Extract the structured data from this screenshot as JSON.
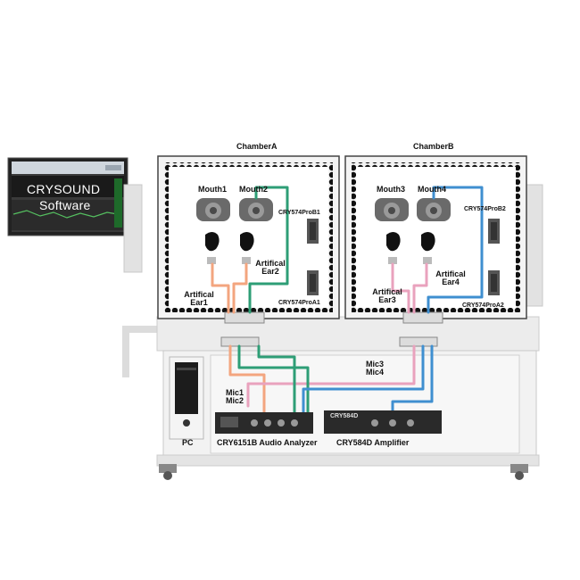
{
  "monitor": {
    "line1": "CRYSOUND",
    "line2": "Software"
  },
  "chambers": [
    {
      "name": "ChamberA"
    },
    {
      "name": "ChamberB"
    }
  ],
  "mouths": [
    "Mouth1",
    "Mouth2",
    "Mouth3",
    "Mouth4"
  ],
  "ears": [
    {
      "line1": "Artifical",
      "line2": "Ear1"
    },
    {
      "line1": "Artifical",
      "line2": "Ear2"
    },
    {
      "line1": "Artifical",
      "line2": "Ear3"
    },
    {
      "line1": "Artifical",
      "line2": "Ear4"
    }
  ],
  "probes": [
    "CRY574ProB1",
    "CRY574ProA1",
    "CRY574ProB2",
    "CRY574ProA2"
  ],
  "mics": {
    "left": {
      "a": "Mic1",
      "b": "Mic2"
    },
    "right": {
      "a": "Mic3",
      "b": "Mic4"
    }
  },
  "devices": {
    "pc": "PC",
    "analyzer": "CRY6151B Audio Analyzer",
    "amplifier": "CRY584D Amplifier",
    "amplifier_badge": "CRY584D"
  },
  "colors": {
    "green": "#2e9e76",
    "blue": "#3f8fd0",
    "pink": "#e9a2bd",
    "orange": "#f3a57f",
    "frame": "#d6d6d6"
  }
}
